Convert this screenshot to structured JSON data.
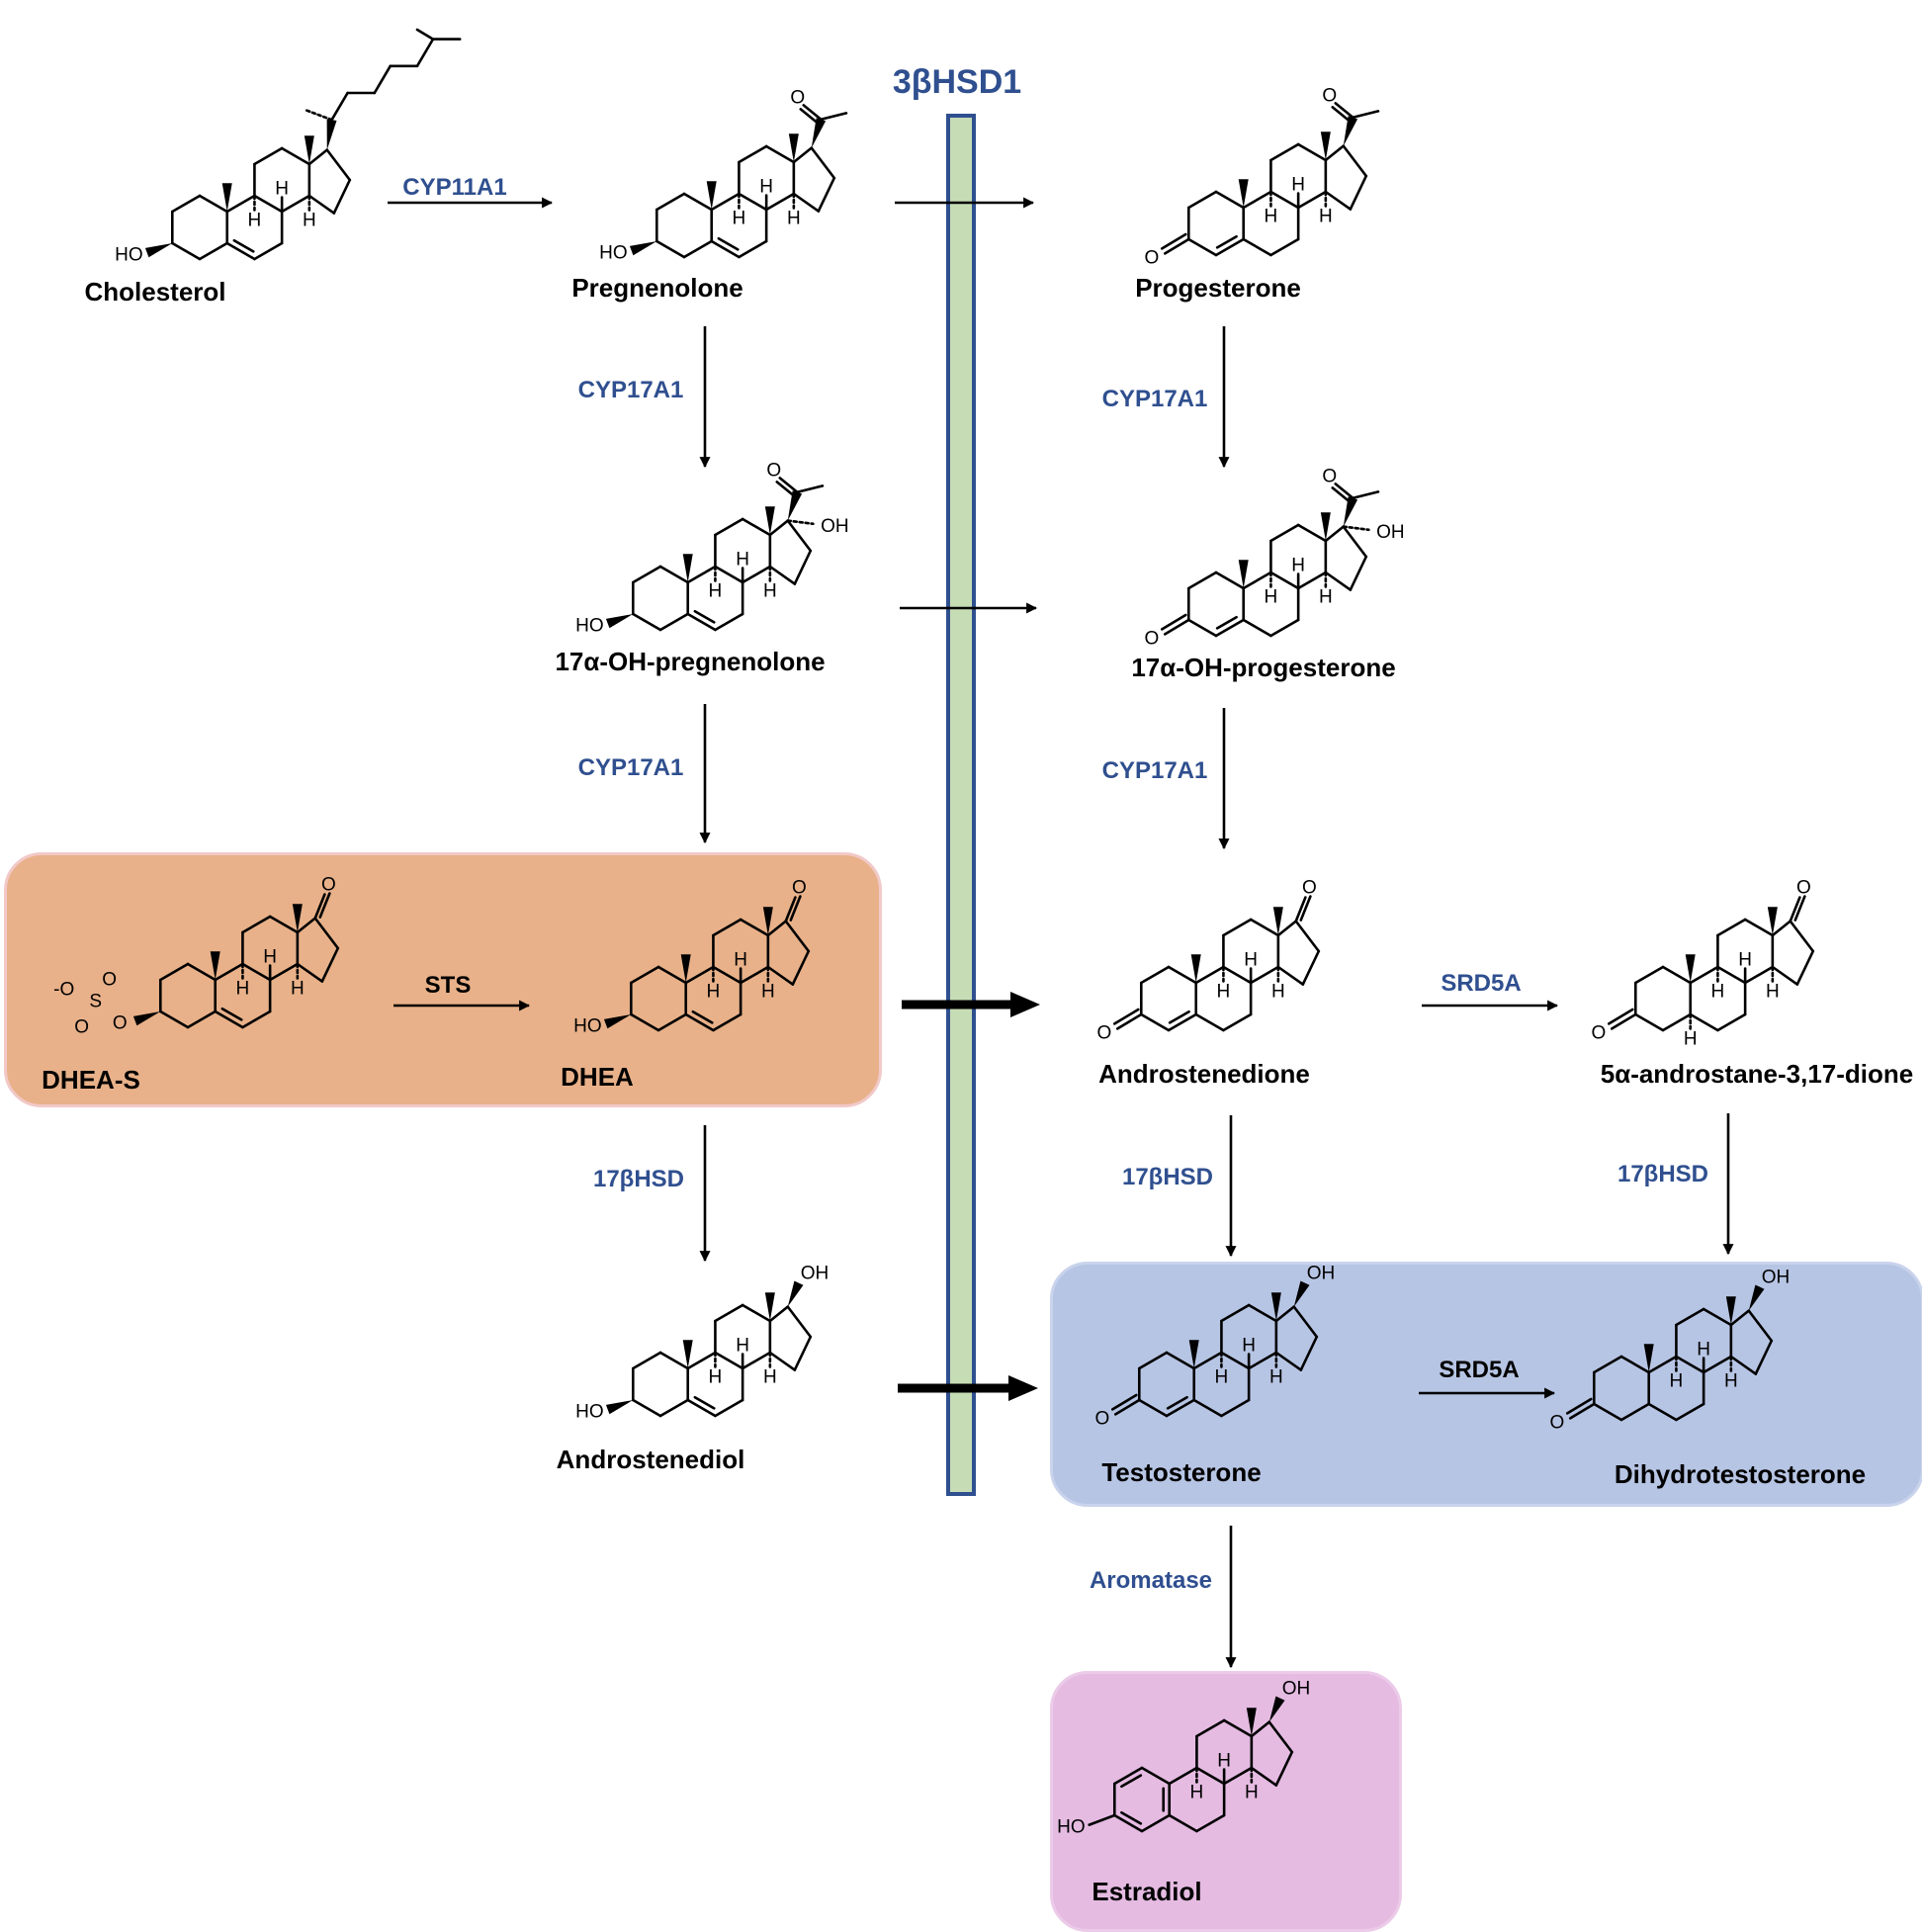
{
  "diagram": {
    "barLabel": "3βHSD1",
    "molecules": {
      "cholesterol": "Cholesterol",
      "pregnenolone": "Pregnenolone",
      "progesterone": "Progesterone",
      "ohPreg": "17α-OH-pregnenolone",
      "ohProg": "17α-OH-progesterone",
      "dheas": "DHEA-S",
      "dhea": "DHEA",
      "androstenedione": "Androstenedione",
      "androstanedione": "5α-androstane-3,17-dione",
      "androstenediol": "Androstenediol",
      "testosterone": "Testosterone",
      "dht": "Dihydrotestosterone",
      "estradiol": "Estradiol"
    },
    "enzymes": {
      "cyp11a1": "CYP11A1",
      "cyp17a1": "CYP17A1",
      "sts": "STS",
      "srd5a": "SRD5A",
      "hsd17b": "17βHSD",
      "aromatase": "Aromatase"
    },
    "atoms": {
      "ho": "HO",
      "oh": "OH",
      "o": "O",
      "h": "H",
      "s": "S",
      "ominus": "-O"
    },
    "colors": {
      "enzymeText": "#2f4f8f",
      "barFill": "#c6dcb5",
      "barBorder": "#2f4f8f",
      "dheaBox": "#e8b189",
      "testosteroneBox": "#b7c5e4",
      "estradiolBox": "#e5bbe2"
    }
  }
}
